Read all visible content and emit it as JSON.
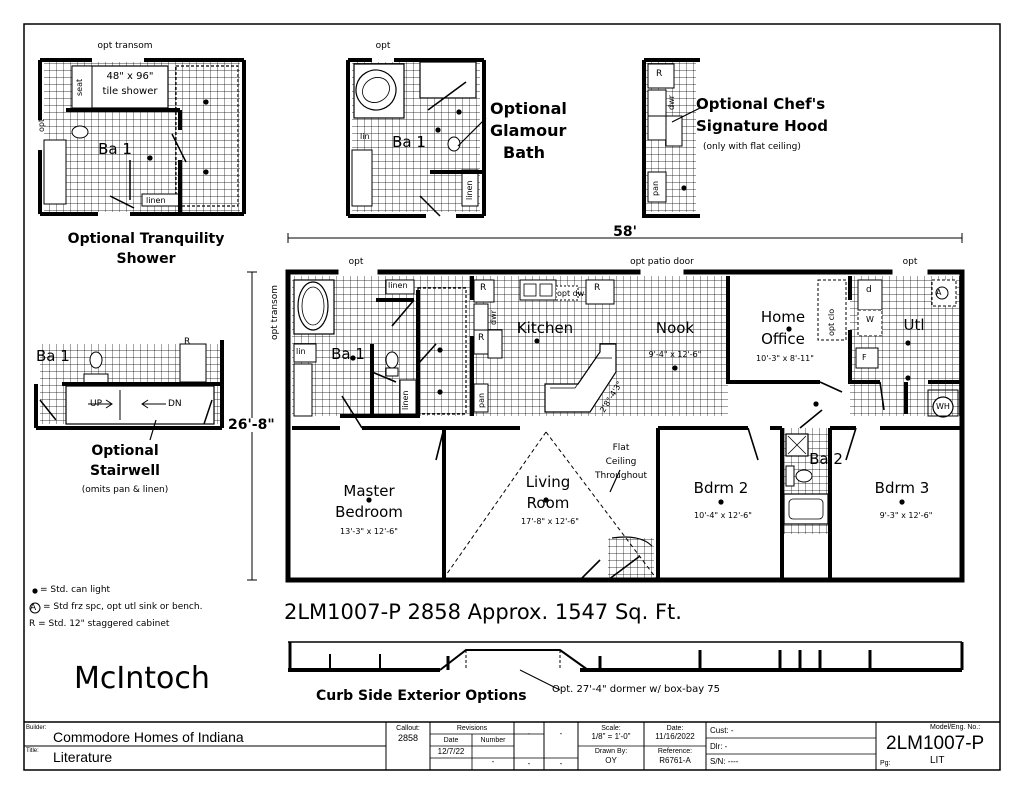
{
  "plan": {
    "title": "2LM1007-P 2858 Approx. 1547 Sq. Ft.",
    "model_name": "McIntoch",
    "overall_width": "58'",
    "overall_depth": "26'-8\""
  },
  "rooms": {
    "kitchen": "Kitchen",
    "nook": "Nook",
    "nook_size": "9'-4\" x 12'-6\"",
    "home_office_1": "Home",
    "home_office_2": "Office",
    "home_office_size": "10'-3\" x 8'-11\"",
    "utl": "Utl",
    "ba1": "Ba 1",
    "ba2": "Ba 2",
    "master_1": "Master",
    "master_2": "Bedroom",
    "master_size": "13'-3\" x 12'-6\"",
    "living_1": "Living",
    "living_2": "Room",
    "living_size": "17'-8\" x 12'-6\"",
    "flat_1": "Flat",
    "flat_2": "Ceiling",
    "flat_3": "Throughout",
    "bdrm2": "Bdrm 2",
    "bdrm2_size": "10'-4\" x 12'-6\"",
    "bdrm3": "Bdrm 3",
    "bdrm3_size": "9'-3\" x 12'-6\"",
    "island_dim": "2'8\"-4'3\""
  },
  "fixture_labels": {
    "opt": "opt",
    "opt_transom": "opt transom",
    "opt_patio_door": "opt patio door",
    "linen": "linen",
    "lin": "lin",
    "pan": "pan",
    "dwr": "dwr",
    "opt_dw": "opt dw",
    "r": "R",
    "opt_clo": "opt clo",
    "d": "d",
    "w": "W",
    "wh": "WH",
    "a": "A",
    "f": "F",
    "seat": "seat",
    "tile_shower_1": "48\" x 96\"",
    "tile_shower_2": "tile shower",
    "up": "UP",
    "dn": "DN"
  },
  "options": {
    "tranquility_1": "Optional Tranquility",
    "tranquility_2": "Shower",
    "glamour_1": "Optional",
    "glamour_2": "Glamour",
    "glamour_3": "Bath",
    "chef_1": "Optional Chef's",
    "chef_2": "Signature Hood",
    "chef_3": "(only with flat ceiling)",
    "stairwell_1": "Optional",
    "stairwell_2": "Stairwell",
    "stairwell_3": "(omits pan  & linen)",
    "curb_side": "Curb Side Exterior Options",
    "dormer": "Opt. 27'-4\" dormer w/ box-bay 75"
  },
  "legend": {
    "can_light": "= Std. can light",
    "frz": "= Std frz spc, opt utl sink or bench.",
    "cabinet": "R = Std. 12\" staggered cabinet"
  },
  "title_block": {
    "builder_label": "Builder:",
    "builder": "Commodore Homes of Indiana",
    "title_label": "Title:",
    "title": "Literature",
    "callout_label": "Callout:",
    "callout": "2858",
    "revisions_label": "Revisions",
    "date_label": "Date",
    "number_label": "Number",
    "rev_date": "12/7/22",
    "dash": "-",
    "scale_label": "Scale:",
    "scale": "1/8\" = 1'-0\"",
    "drawn_label": "Drawn By:",
    "drawn": "OY",
    "date_hdr": "Date:",
    "date": "11/16/2022",
    "reference_label": "Reference:",
    "reference": "R6761-A",
    "cust": "Cust: -",
    "dlr": "Dlr:  -",
    "sn": "S/N:  ----",
    "model_label": "Model/Eng. No.:",
    "model": "2LM1007-P",
    "pg_label": "Pg:",
    "pg": "LIT"
  },
  "colors": {
    "line": "#000000",
    "grid": "#000000",
    "paper": "#ffffff"
  }
}
